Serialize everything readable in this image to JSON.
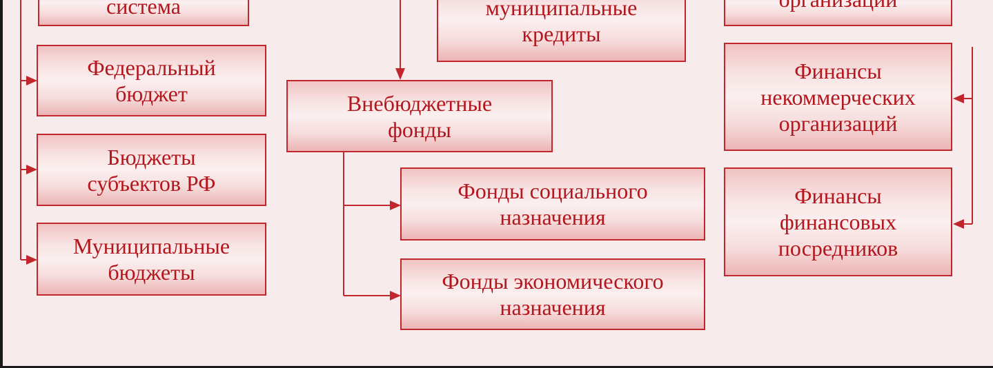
{
  "boxes": {
    "budget_system": "система",
    "federal_budget": "Федеральный\nбюджет",
    "regional_budgets": "Бюджеты\nсубъектов РФ",
    "municipal_budgets": "Муниципальные\nбюджеты",
    "municipal_credits": "муниципальные\nкредиты",
    "extrabudgetary_funds": "Внебюджетные\nфонды",
    "social_funds": "Фонды социального\nназначения",
    "economic_funds": "Фонды экономического\nназначения",
    "organizations_top": "организаций",
    "nonprofit_finance": "Финансы\nнекоммерческих\nорганизаций",
    "intermediary_finance": "Финансы\nфинансовых\nпосредников"
  },
  "colors": {
    "background": "#f8ebeb",
    "border": "#c0262b",
    "text": "#b3161c"
  }
}
